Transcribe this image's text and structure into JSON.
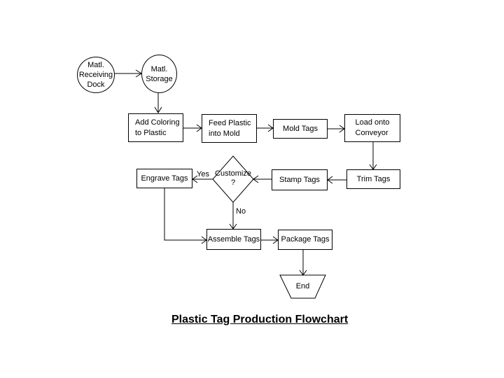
{
  "title": "Plastic Tag Production Flowchart",
  "nodes": {
    "matl_receiving_dock": {
      "label": "Matl.\nReceiving\nDock",
      "shape": "circle"
    },
    "matl_storage": {
      "label": "Matl.\nStorage",
      "shape": "circle"
    },
    "add_coloring": {
      "label": "Add Coloring\nto Plastic",
      "shape": "rect"
    },
    "feed_plastic": {
      "label": "Feed Plastic\ninto Mold",
      "shape": "rect"
    },
    "mold_tags": {
      "label": "Mold Tags",
      "shape": "rect"
    },
    "load_conveyor": {
      "label": "Load onto\nConveyor",
      "shape": "rect"
    },
    "engrave_tags": {
      "label": "Engrave Tags",
      "shape": "rect"
    },
    "customize": {
      "label": "Customize\n?",
      "shape": "diamond"
    },
    "stamp_tags": {
      "label": "Stamp Tags",
      "shape": "rect"
    },
    "trim_tags": {
      "label": "Trim Tags",
      "shape": "rect"
    },
    "assemble_tags": {
      "label": "Assemble Tags",
      "shape": "rect"
    },
    "package_tags": {
      "label": "Package Tags",
      "shape": "rect"
    },
    "end": {
      "label": "End",
      "shape": "trapezoid"
    }
  },
  "edge_labels": {
    "yes": "Yes",
    "no": "No"
  },
  "colors": {
    "line": "#000000",
    "background": "#ffffff"
  }
}
